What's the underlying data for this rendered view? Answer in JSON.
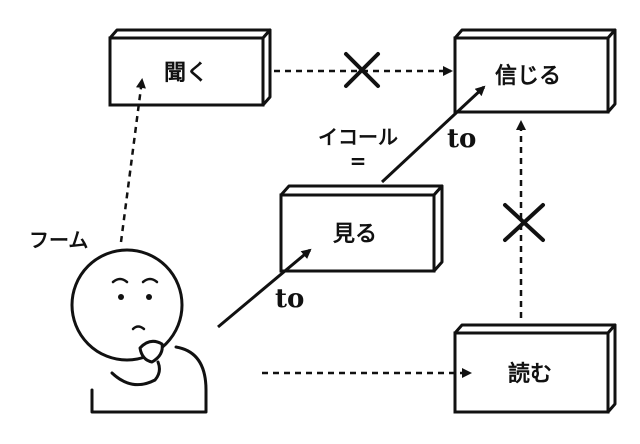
{
  "boxes": {
    "kiku": "聞く",
    "shinjiru": "信じる",
    "miru": "見る",
    "yomu": "読む"
  },
  "labels": {
    "frame": "フーム",
    "equal_top": "イコール",
    "equal_sign": "=",
    "to_lower": "to",
    "to_upper": "to"
  },
  "colors": {
    "ink": "#111111",
    "background": "#ffffff"
  }
}
